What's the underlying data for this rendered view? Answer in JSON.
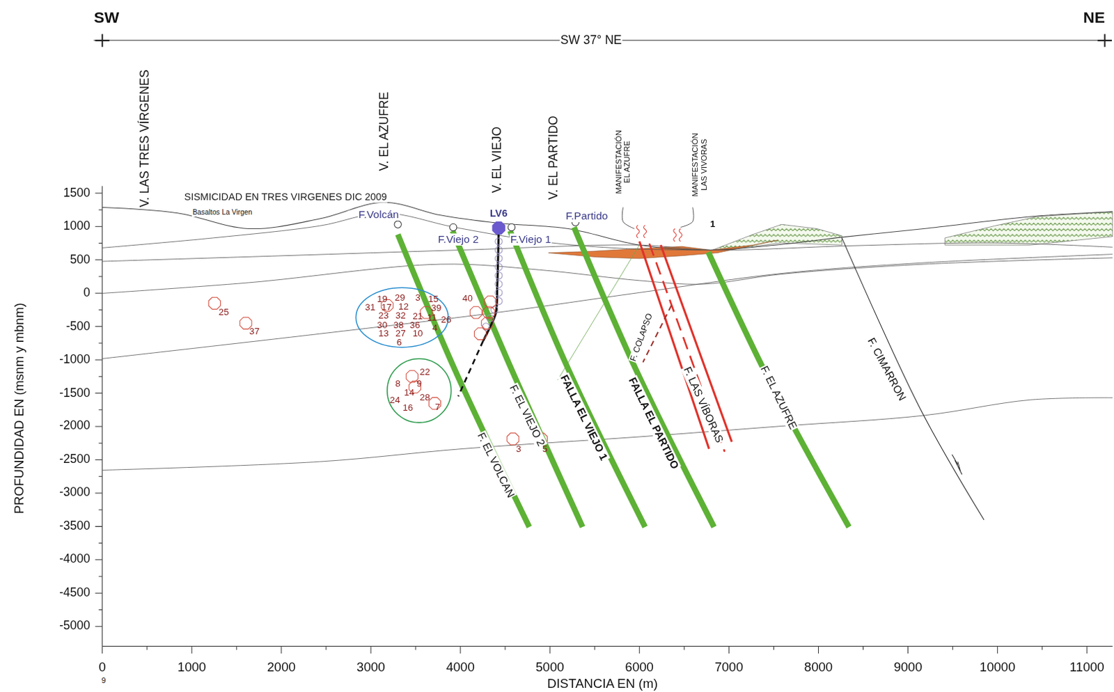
{
  "diagram": {
    "labels": [
      "SW",
      "NE",
      "SW 37° NE",
      "V. LAS TRES VÍRGENES",
      "V. EL AZUFRE",
      "V. EL VIEJO",
      "V. EL PARTIDO",
      "MANIFESTACIÓN EL AZUFRE",
      "MANIFESTACIÓN LAS VIVORAS",
      "SISMICIDAD EN TRES VIRGENES DIC 2009",
      "Basaltos La Virgen",
      "F.Volcán",
      "LV6",
      "F.Partido",
      "F.Viejo 2",
      "F.Viejo 1",
      "1",
      "1500",
      "1000",
      "500",
      "0",
      "-500",
      "-1000",
      "-1500",
      "-2000",
      "-2500",
      "-3000",
      "-3500",
      "-4000",
      "-4500",
      "-5000",
      "0",
      "1000",
      "2000",
      "3000",
      "4000",
      "5000",
      "6000",
      "7000",
      "8000",
      "9000",
      "10000",
      "11000",
      "9",
      "PROFUNDIDAD EN (msnm y mbnm)",
      "DISTANCIA EN (m)",
      "F. EL VOLCAN",
      "F. EL VIEJO 2",
      "FALLA EL VIEJO 1",
      "FALLA EL PARTIDO",
      "F. COLAPSO",
      "F. LAS VÍBORAS",
      "F. EL AZUFRE",
      "F. CIMARRON",
      "19",
      "29",
      "3",
      "15",
      "31",
      "17",
      "12",
      "39",
      "23",
      "32",
      "21",
      "26",
      "30",
      "38",
      "36",
      "11",
      "13",
      "27",
      "10",
      "4",
      "6",
      "40",
      "25",
      "37",
      "22",
      "8",
      "9",
      "14",
      "24",
      "28",
      "16",
      "7",
      "3",
      "5"
    ]
  }
}
